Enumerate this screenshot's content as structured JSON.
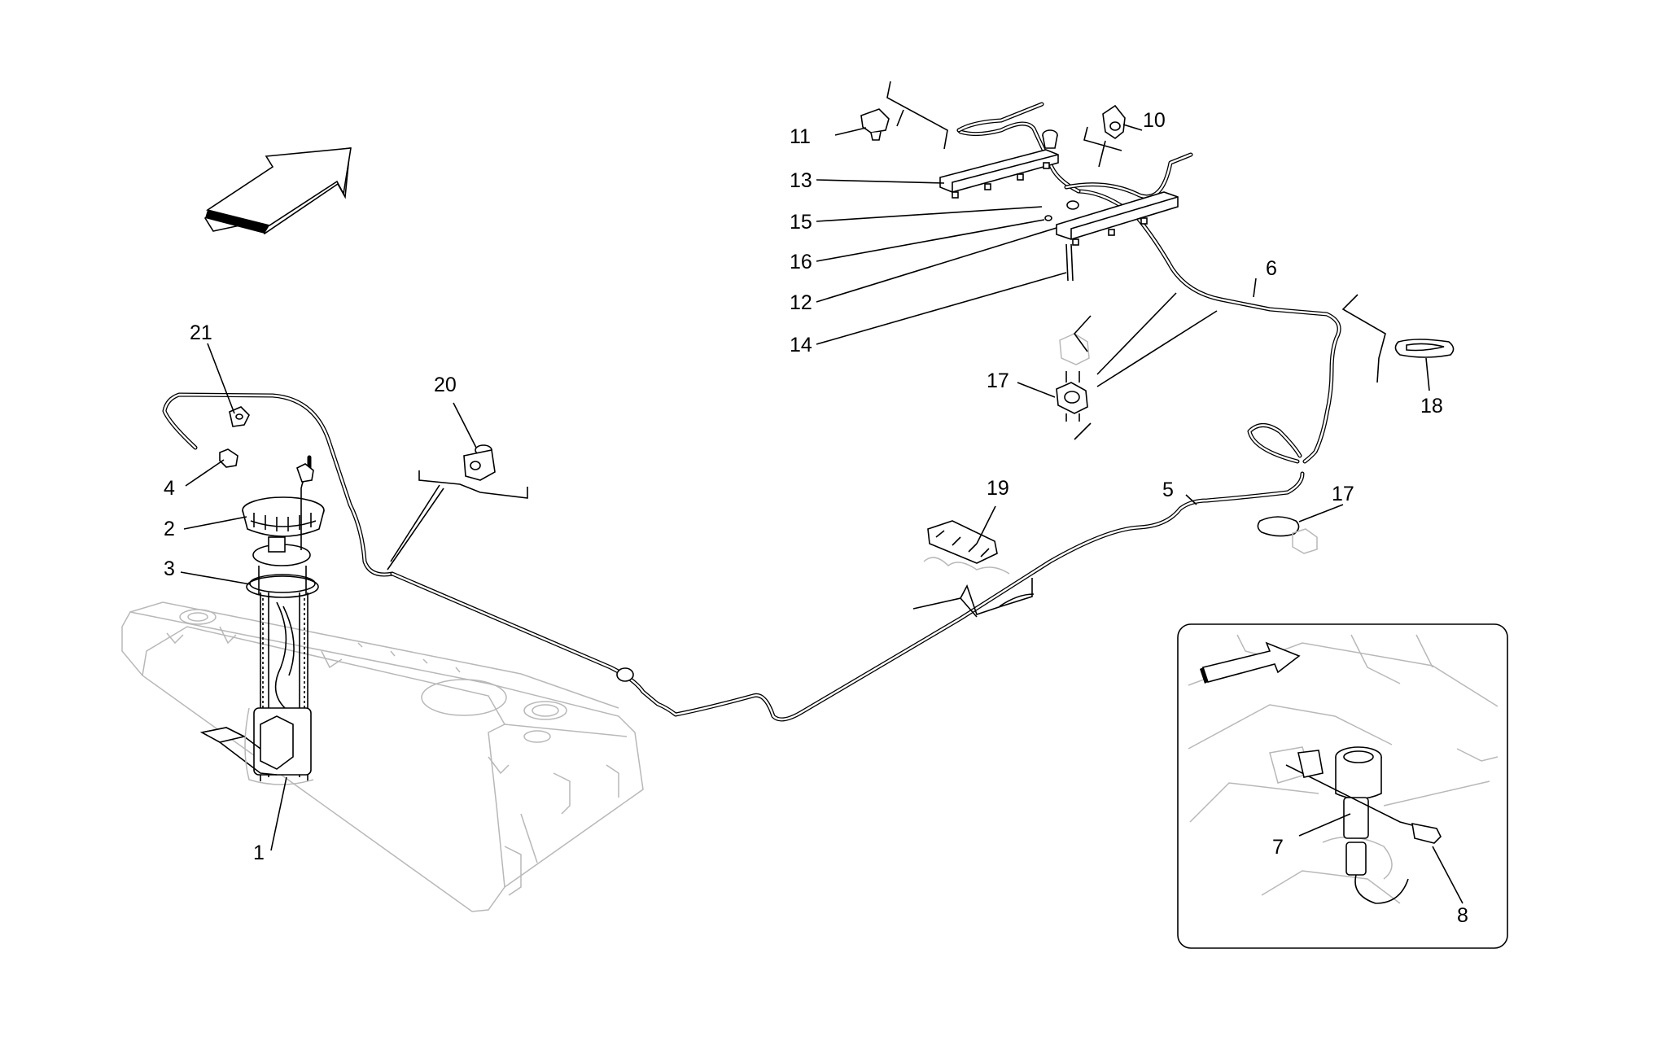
{
  "callouts": [
    {
      "id": "c1",
      "text": "1"
    },
    {
      "id": "c2",
      "text": "2"
    },
    {
      "id": "c3",
      "text": "3"
    },
    {
      "id": "c4",
      "text": "4"
    },
    {
      "id": "c5",
      "text": "5"
    },
    {
      "id": "c6",
      "text": "6"
    },
    {
      "id": "c7",
      "text": "7"
    },
    {
      "id": "c8",
      "text": "8"
    },
    {
      "id": "c10",
      "text": "10"
    },
    {
      "id": "c11",
      "text": "11"
    },
    {
      "id": "c12",
      "text": "12"
    },
    {
      "id": "c13",
      "text": "13"
    },
    {
      "id": "c14",
      "text": "14"
    },
    {
      "id": "c15",
      "text": "15"
    },
    {
      "id": "c16",
      "text": "16"
    },
    {
      "id": "c17a",
      "text": "17"
    },
    {
      "id": "c17b",
      "text": "17"
    },
    {
      "id": "c18",
      "text": "18"
    },
    {
      "id": "c19",
      "text": "19"
    },
    {
      "id": "c20",
      "text": "20"
    },
    {
      "id": "c21",
      "text": "21"
    }
  ]
}
